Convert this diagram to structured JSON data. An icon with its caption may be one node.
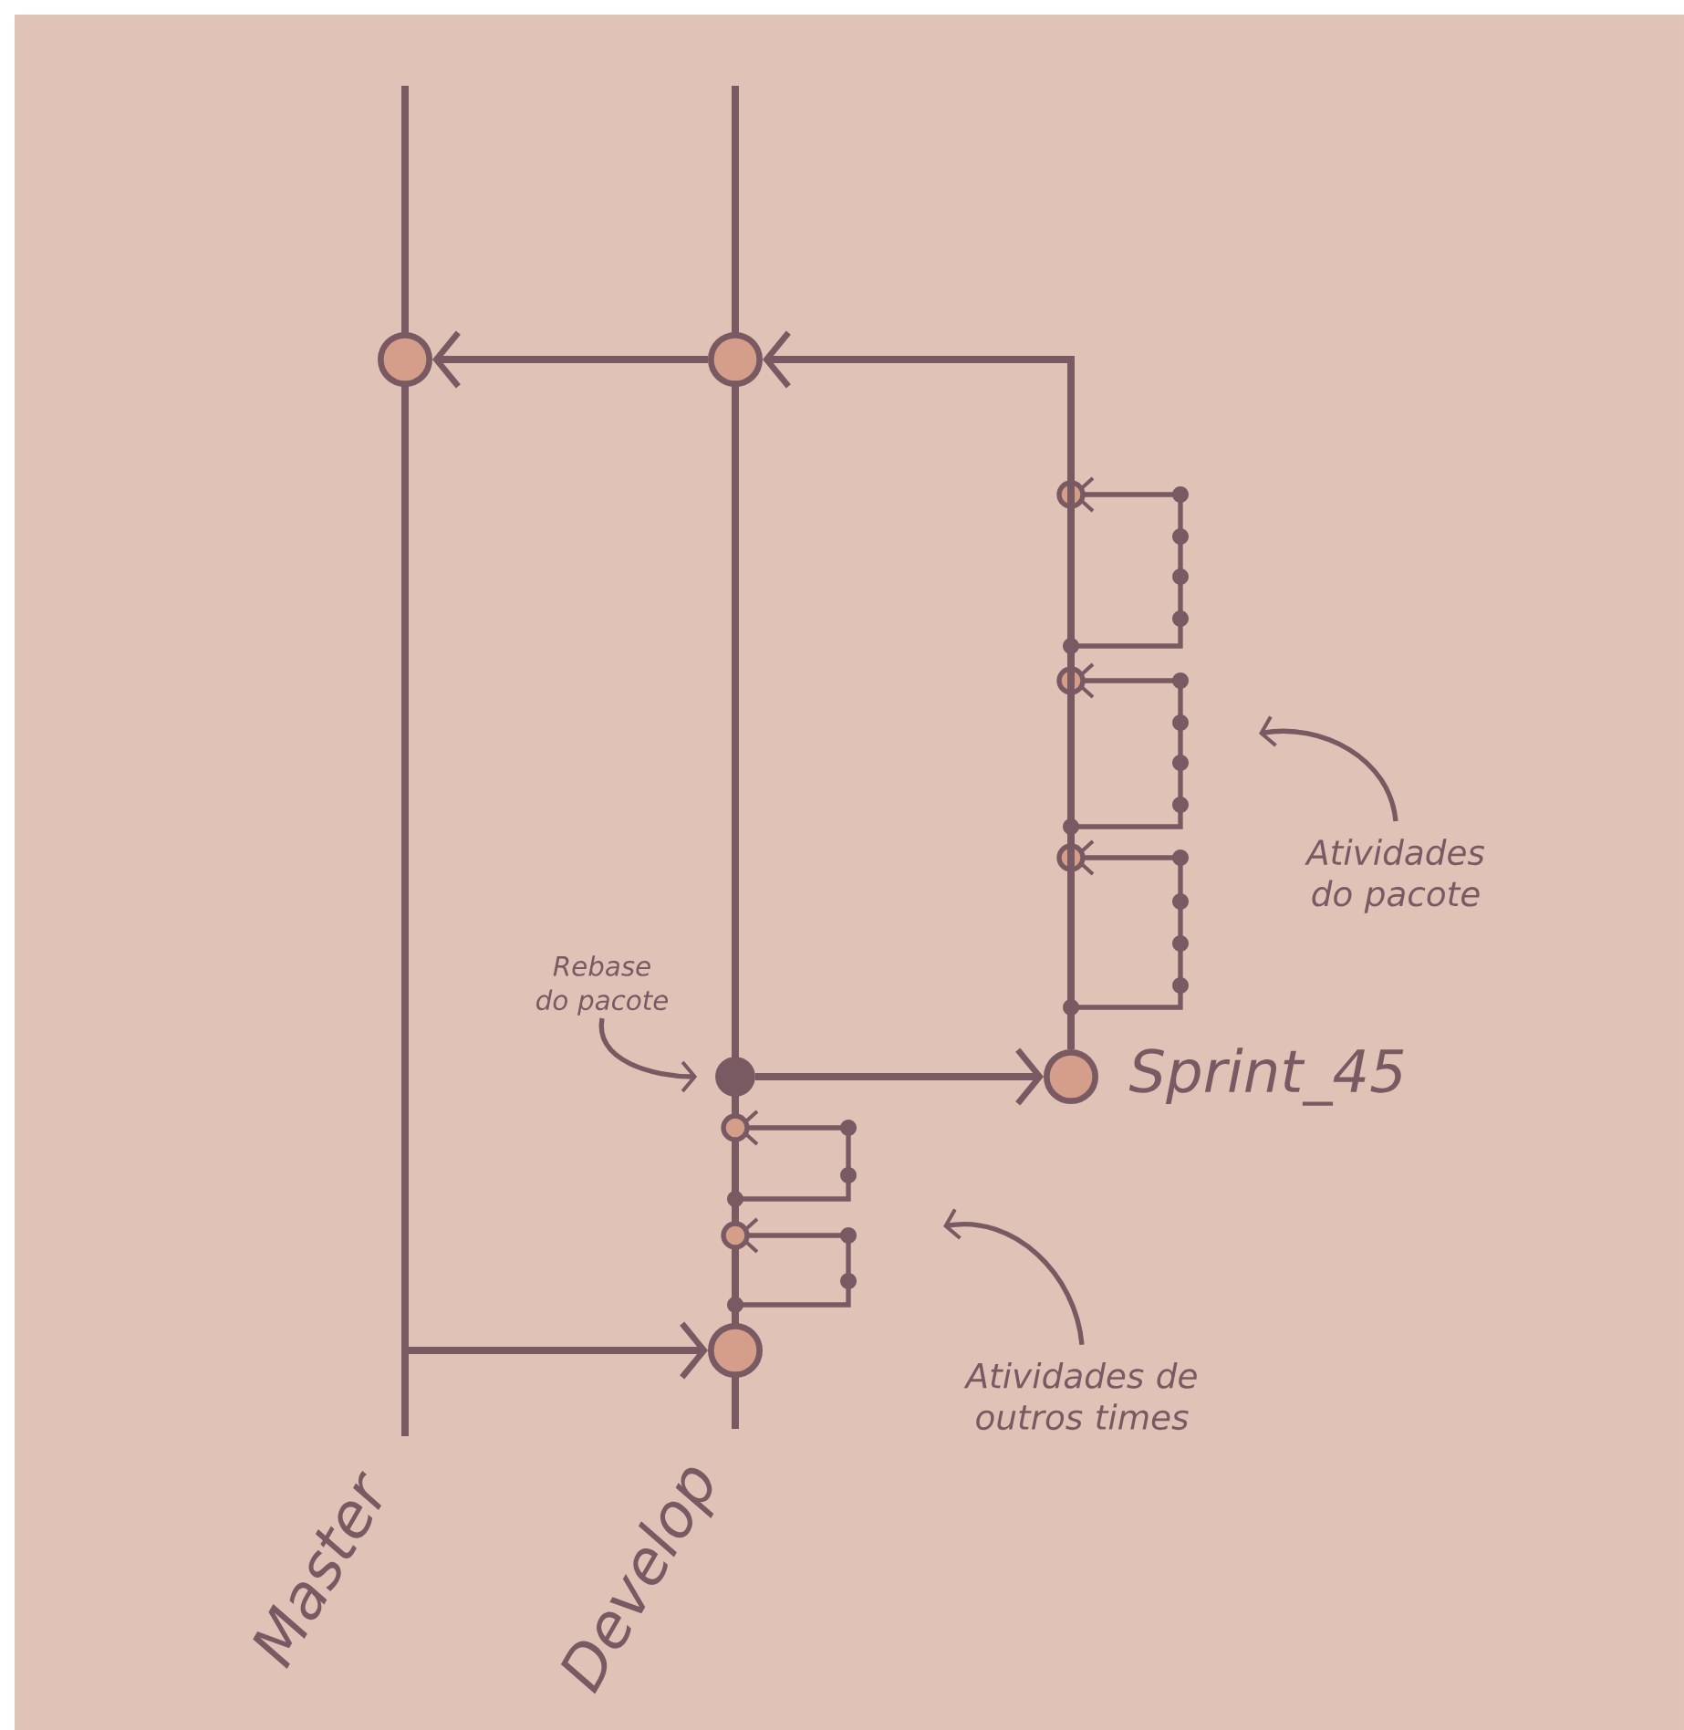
{
  "diagram": {
    "nodes": [
      {
        "text": [],
        "shape": "circle"
      },
      {
        "text": [],
        "shape": "circle"
      },
      {
        "text": [],
        "shape": "circle",
        "beside": [
          "Sprint_45"
        ]
      },
      {
        "text": [],
        "shape": "circle"
      },
      {
        "text": [],
        "shape": "circle"
      },
      {
        "text": [
          "Rebase do pacote"
        ]
      },
      {
        "text": [
          "Atividades do pacote"
        ]
      },
      {
        "text": [
          "Atividades de outros times"
        ]
      }
    ],
    "edges": [
      {
        "from": 1,
        "to": 0,
        "arrow": "to"
      },
      {
        "from": 2,
        "to": 1,
        "arrow": "to"
      },
      {
        "from": 3,
        "to": 2,
        "arrow": "to"
      },
      {
        "from": null,
        "to": 4,
        "arrow": "to"
      },
      {
        "from": 5,
        "to": 3,
        "arrow": "to"
      },
      {
        "from": 6,
        "to": null,
        "arrow": "to"
      },
      {
        "from": 7,
        "to": null,
        "arrow": "to"
      }
    ],
    "labels": [
      "Master",
      "Develop"
    ]
  }
}
